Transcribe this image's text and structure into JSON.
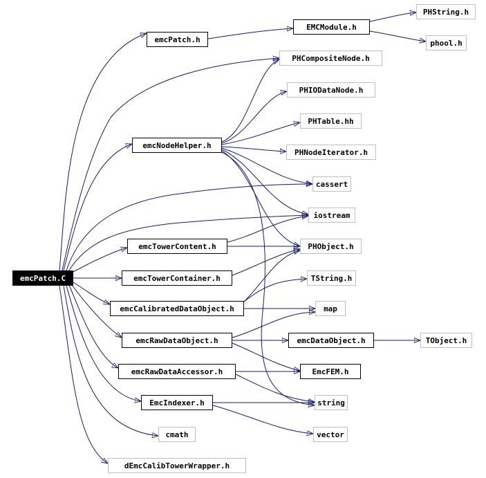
{
  "graph": {
    "edge_color": "#191970",
    "nodes": {
      "root": "emcPatch.C",
      "emcpatch_h": "emcPatch.h",
      "emcmodule_h": "EMCModule.h",
      "phstring_h": "PHString.h",
      "phool_h": "phool.h",
      "phcompositenode_h": "PHCompositeNode.h",
      "phiodatanode_h": "PHIODataNode.h",
      "phtable_hh": "PHTable.hh",
      "emcnodehelper_h": "emcNodeHelper.h",
      "phnodeiterator_h": "PHNodeIterator.h",
      "cassert": "cassert",
      "iostream": "iostream",
      "emctowercontent_h": "emcTowerContent.h",
      "phobject_h": "PHObject.h",
      "emctowercontainer_h": "emcTowerContainer.h",
      "tstring_h": "TString.h",
      "emccalibrateddataobject_h": "emcCalibratedDataObject.h",
      "map": "map",
      "emcrawdataobject_h": "emcRawDataObject.h",
      "emcdataobject_h": "emcDataObject.h",
      "tobject_h": "TObject.h",
      "emcrawdataaccessor_h": "emcRawDataAccessor.h",
      "emcfem_h": "EmcFEM.h",
      "emcindexer_h": "EmcIndexer.h",
      "string": "string",
      "vector": "vector",
      "cmath": "cmath",
      "demccalibtowerwrapper_h": "dEmcCalibTowerWrapper.h"
    }
  }
}
